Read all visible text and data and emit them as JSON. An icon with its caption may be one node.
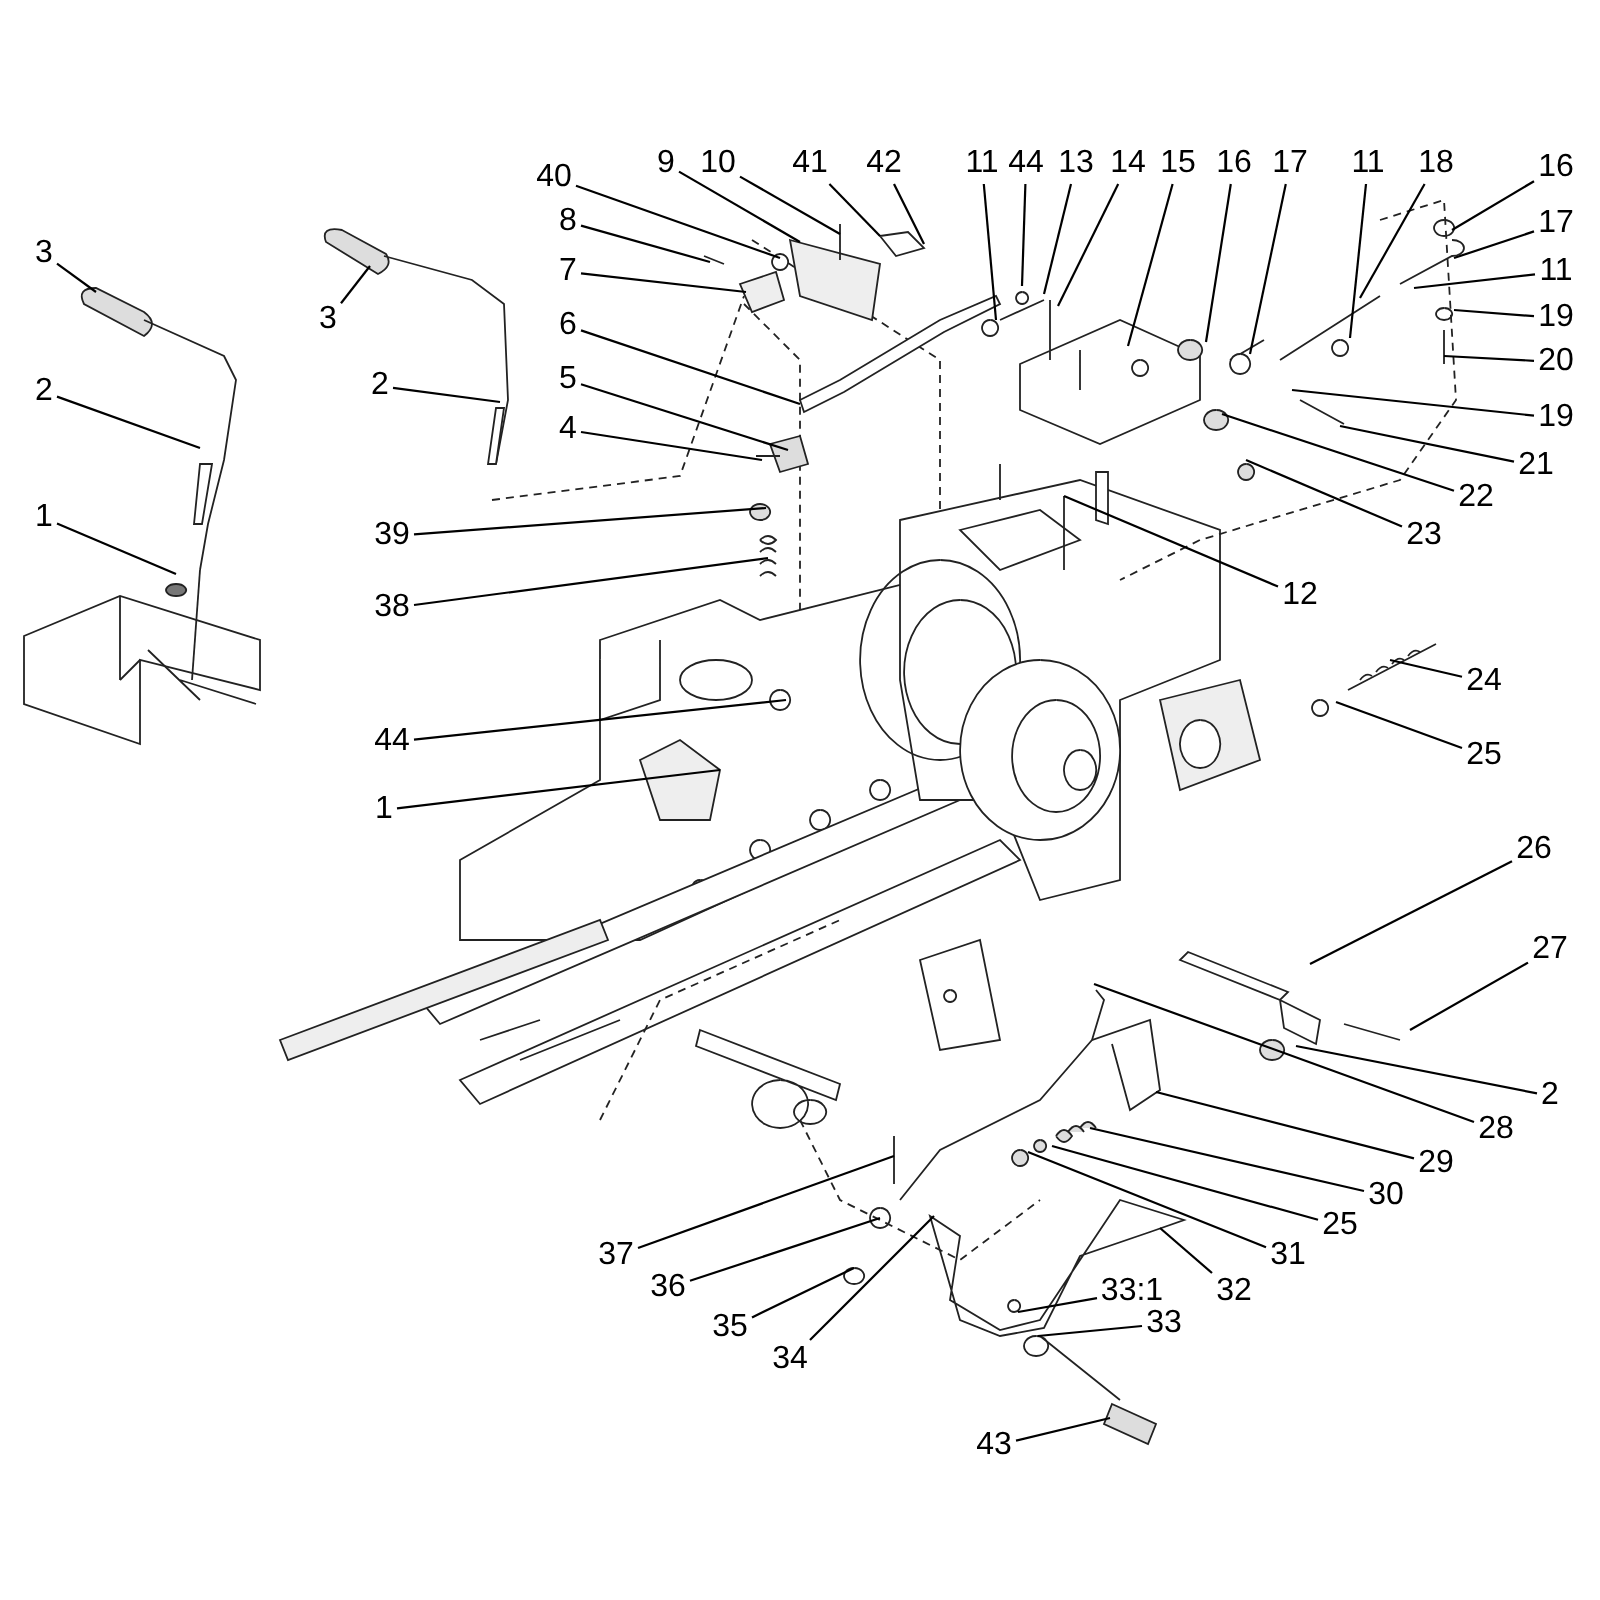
{
  "diagram": {
    "nodes": [
      {
        "text": [
          "3"
        ]
      },
      {
        "text": [
          "2"
        ]
      },
      {
        "text": [
          "1"
        ]
      },
      {
        "text": [
          "3"
        ]
      },
      {
        "text": [
          "2"
        ]
      },
      {
        "text": [
          "8"
        ]
      },
      {
        "text": [
          "7"
        ]
      },
      {
        "text": [
          "40"
        ]
      },
      {
        "text": [
          "9"
        ]
      },
      {
        "text": [
          "10"
        ]
      },
      {
        "text": [
          "41"
        ]
      },
      {
        "text": [
          "42"
        ]
      },
      {
        "text": [
          "6"
        ]
      },
      {
        "text": [
          "5"
        ]
      },
      {
        "text": [
          "4"
        ]
      },
      {
        "text": [
          "39"
        ]
      },
      {
        "text": [
          "38"
        ]
      },
      {
        "text": [
          "44"
        ]
      },
      {
        "text": [
          "1"
        ]
      },
      {
        "text": [
          "11"
        ]
      },
      {
        "text": [
          "44"
        ]
      },
      {
        "text": [
          "13"
        ]
      },
      {
        "text": [
          "14"
        ]
      },
      {
        "text": [
          "15"
        ]
      },
      {
        "text": [
          "16"
        ]
      },
      {
        "text": [
          "17"
        ]
      },
      {
        "text": [
          "11"
        ]
      },
      {
        "text": [
          "18"
        ]
      },
      {
        "text": [
          "16"
        ]
      },
      {
        "text": [
          "17"
        ]
      },
      {
        "text": [
          "11"
        ]
      },
      {
        "text": [
          "19"
        ]
      },
      {
        "text": [
          "20"
        ]
      },
      {
        "text": [
          "19"
        ]
      },
      {
        "text": [
          "21"
        ]
      },
      {
        "text": [
          "22"
        ]
      },
      {
        "text": [
          "23"
        ]
      },
      {
        "text": [
          "12"
        ]
      },
      {
        "text": [
          "24"
        ]
      },
      {
        "text": [
          "25"
        ]
      },
      {
        "text": [
          "26"
        ]
      },
      {
        "text": [
          "27"
        ]
      },
      {
        "text": [
          "2"
        ]
      },
      {
        "text": [
          "28"
        ]
      },
      {
        "text": [
          "29"
        ]
      },
      {
        "text": [
          "30"
        ]
      },
      {
        "text": [
          "25"
        ]
      },
      {
        "text": [
          "31"
        ]
      },
      {
        "text": [
          "32"
        ]
      },
      {
        "text": [
          "33:1"
        ]
      },
      {
        "text": [
          "33"
        ]
      },
      {
        "text": [
          "43"
        ]
      },
      {
        "text": [
          "34"
        ]
      },
      {
        "text": [
          "35"
        ]
      },
      {
        "text": [
          "36"
        ]
      },
      {
        "text": [
          "37"
        ]
      }
    ],
    "edges": [
      {
        "from": 0,
        "to": null,
        "arrow": "none"
      },
      {
        "from": 1,
        "to": null,
        "arrow": "none"
      },
      {
        "from": 2,
        "to": null,
        "arrow": "none"
      },
      {
        "from": 3,
        "to": null,
        "arrow": "none"
      },
      {
        "from": 4,
        "to": null,
        "arrow": "none"
      },
      {
        "from": 5,
        "to": null,
        "arrow": "none"
      },
      {
        "from": 6,
        "to": null,
        "arrow": "none"
      },
      {
        "from": 7,
        "to": null,
        "arrow": "none"
      },
      {
        "from": 8,
        "to": null,
        "arrow": "none"
      },
      {
        "from": 9,
        "to": null,
        "arrow": "none"
      },
      {
        "from": 10,
        "to": null,
        "arrow": "none"
      },
      {
        "from": 11,
        "to": null,
        "arrow": "none"
      },
      {
        "from": 12,
        "to": null,
        "arrow": "none"
      },
      {
        "from": 13,
        "to": null,
        "arrow": "none"
      },
      {
        "from": 14,
        "to": null,
        "arrow": "none"
      },
      {
        "from": 15,
        "to": null,
        "arrow": "none"
      },
      {
        "from": 16,
        "to": null,
        "arrow": "none"
      },
      {
        "from": 17,
        "to": null,
        "arrow": "none"
      },
      {
        "from": 18,
        "to": null,
        "arrow": "none"
      },
      {
        "from": 19,
        "to": null,
        "arrow": "none"
      },
      {
        "from": 20,
        "to": null,
        "arrow": "none"
      },
      {
        "from": 21,
        "to": null,
        "arrow": "none"
      },
      {
        "from": 22,
        "to": null,
        "arrow": "none"
      },
      {
        "from": 23,
        "to": null,
        "arrow": "none"
      },
      {
        "from": 24,
        "to": null,
        "arrow": "none"
      },
      {
        "from": 25,
        "to": null,
        "arrow": "none"
      },
      {
        "from": 26,
        "to": null,
        "arrow": "none"
      },
      {
        "from": 27,
        "to": null,
        "arrow": "none"
      },
      {
        "from": 28,
        "to": null,
        "arrow": "none"
      },
      {
        "from": 29,
        "to": null,
        "arrow": "none"
      },
      {
        "from": 30,
        "to": null,
        "arrow": "none"
      },
      {
        "from": 31,
        "to": null,
        "arrow": "none"
      },
      {
        "from": 32,
        "to": null,
        "arrow": "none"
      },
      {
        "from": 33,
        "to": null,
        "arrow": "none"
      },
      {
        "from": 34,
        "to": null,
        "arrow": "none"
      },
      {
        "from": 35,
        "to": null,
        "arrow": "none"
      },
      {
        "from": 36,
        "to": null,
        "arrow": "none"
      },
      {
        "from": 37,
        "to": null,
        "arrow": "none"
      },
      {
        "from": 38,
        "to": null,
        "arrow": "none"
      },
      {
        "from": 39,
        "to": null,
        "arrow": "none"
      },
      {
        "from": 40,
        "to": null,
        "arrow": "none"
      },
      {
        "from": 41,
        "to": null,
        "arrow": "none"
      },
      {
        "from": 42,
        "to": null,
        "arrow": "none"
      },
      {
        "from": 43,
        "to": null,
        "arrow": "none"
      },
      {
        "from": 44,
        "to": null,
        "arrow": "none"
      },
      {
        "from": 45,
        "to": null,
        "arrow": "none"
      },
      {
        "from": 46,
        "to": null,
        "arrow": "none"
      },
      {
        "from": 47,
        "to": null,
        "arrow": "none"
      },
      {
        "from": 48,
        "to": null,
        "arrow": "none"
      },
      {
        "from": 49,
        "to": null,
        "arrow": "none"
      },
      {
        "from": 50,
        "to": null,
        "arrow": "none"
      },
      {
        "from": 51,
        "to": null,
        "arrow": "none"
      },
      {
        "from": 52,
        "to": null,
        "arrow": "none"
      },
      {
        "from": 53,
        "to": null,
        "arrow": "none"
      },
      {
        "from": 54,
        "to": null,
        "arrow": "none"
      },
      {
        "from": 55,
        "to": null,
        "arrow": "none"
      }
    ]
  }
}
